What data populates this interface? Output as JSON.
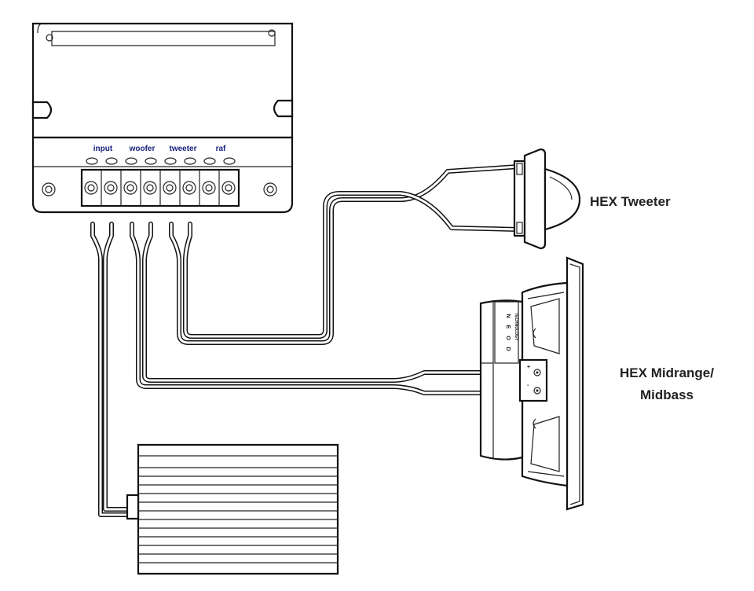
{
  "diagram": {
    "crossover": {
      "terminal_labels": [
        "input",
        "woofer",
        "tweeter",
        "raf"
      ],
      "label_color": "#1a237e"
    },
    "speakers": {
      "tweeter_label": "HEX Tweeter",
      "midrange_label_line1": "HEX Midrange/",
      "midrange_label_line2": "Midbass"
    },
    "magnet_badge": [
      "N",
      "E",
      "O",
      "D"
    ],
    "magnet_badge_sub": "TECHNOLOGY"
  }
}
